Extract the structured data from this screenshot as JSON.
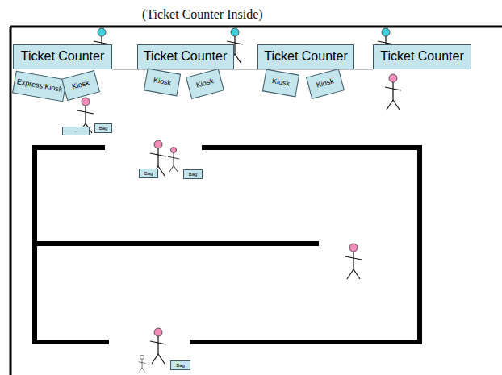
{
  "diagram": {
    "title": "(Ticket Counter Inside)",
    "nodes": [
      {
        "text": [
          "Ticket Counter"
        ]
      },
      {
        "text": [
          "Ticket Counter"
        ]
      },
      {
        "text": [
          "Ticket Counter"
        ]
      },
      {
        "text": [
          "Ticket Counter"
        ]
      },
      {
        "text": [
          "Express Kiosk"
        ]
      },
      {
        "text": [
          "Kiosk"
        ]
      },
      {
        "text": [
          "Kiosk"
        ]
      },
      {
        "text": [
          "Kiosk"
        ]
      },
      {
        "text": [
          "Kiosk"
        ]
      },
      {
        "text": [
          "Kiosk"
        ]
      },
      {
        "text": [
          ".."
        ]
      },
      {
        "text": [
          "Bag"
        ]
      },
      {
        "text": [
          "Bag"
        ]
      },
      {
        "text": [
          "Bag"
        ]
      },
      {
        "text": [
          "Bag"
        ]
      }
    ]
  }
}
